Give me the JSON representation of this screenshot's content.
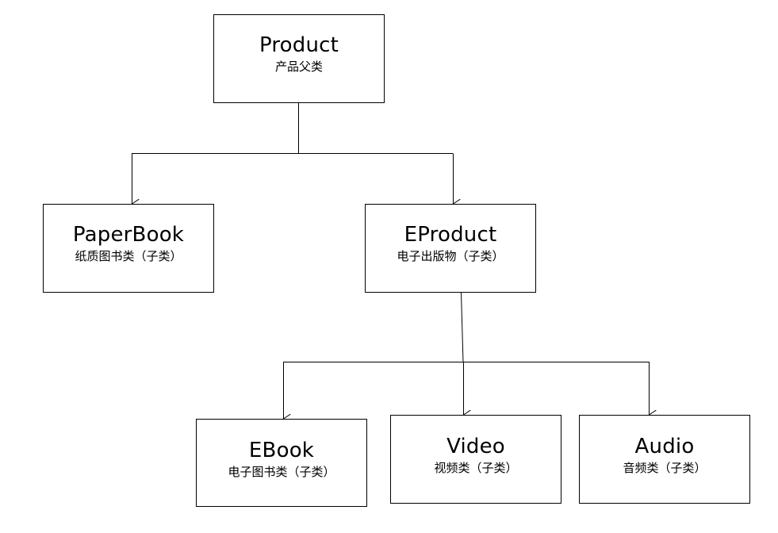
{
  "colors": {
    "line": "#000000",
    "background": "#ffffff"
  },
  "nodes": {
    "product": {
      "title": "Product",
      "subtitle": "产品父类"
    },
    "paperbook": {
      "title": "PaperBook",
      "subtitle": "纸质图书类（子类）"
    },
    "eproduct": {
      "title": "EProduct",
      "subtitle": "电子出版物（子类）"
    },
    "ebook": {
      "title": "EBook",
      "subtitle": "电子图书类（子类）"
    },
    "video": {
      "title": "Video",
      "subtitle": "视频类（子类）"
    },
    "audio": {
      "title": "Audio",
      "subtitle": "音频类（子类）"
    }
  },
  "edges": [
    {
      "from": "product",
      "to": "paperbook"
    },
    {
      "from": "product",
      "to": "eproduct"
    },
    {
      "from": "eproduct",
      "to": "ebook"
    },
    {
      "from": "eproduct",
      "to": "video"
    },
    {
      "from": "eproduct",
      "to": "audio"
    }
  ]
}
